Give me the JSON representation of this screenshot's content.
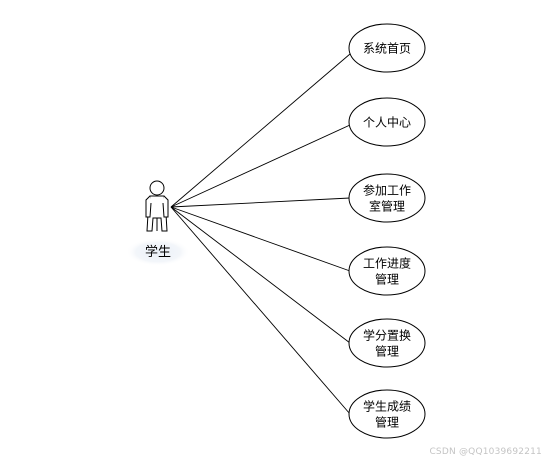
{
  "actor": {
    "label": "学生",
    "icon": "person-icon"
  },
  "use_cases": [
    {
      "id": "system-home",
      "lines": [
        "系统首页"
      ]
    },
    {
      "id": "personal-center",
      "lines": [
        "个人中心"
      ]
    },
    {
      "id": "join-studio",
      "lines": [
        "参加工作",
        "室管理"
      ]
    },
    {
      "id": "work-progress",
      "lines": [
        "工作进度",
        "管理"
      ]
    },
    {
      "id": "credit-exchange",
      "lines": [
        "学分置换",
        "管理"
      ]
    },
    {
      "id": "grade-management",
      "lines": [
        "学生成绩",
        "管理"
      ]
    }
  ],
  "watermark": "CSDN @QQ1039692211",
  "colors": {
    "stroke": "#000000",
    "background": "#ffffff",
    "watermark": "#c4c4c4"
  }
}
